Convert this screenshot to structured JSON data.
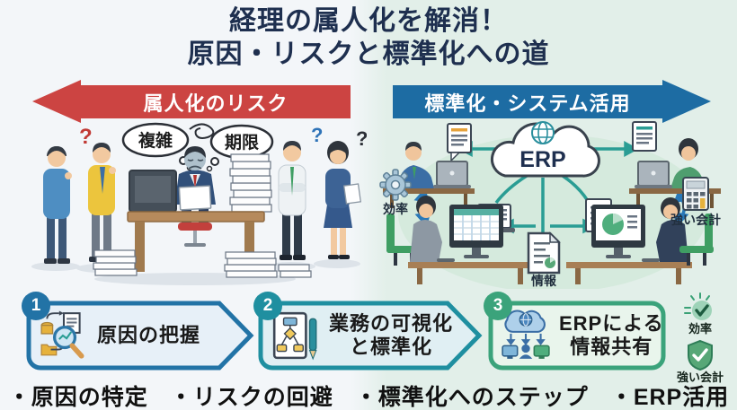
{
  "title": {
    "line1": "経理の属人化を解消！",
    "line2": "原因・リスクと標準化への道"
  },
  "banners": {
    "left": {
      "label": "属人化のリスク",
      "color": "#cc4442"
    },
    "right": {
      "label": "標準化・システム活用",
      "color": "#1d6ca3"
    }
  },
  "left_scene": {
    "thought_bubble_1": "複雑",
    "thought_bubble_2": "期限",
    "qmarks": [
      {
        "char": "?",
        "color": "#c13a35"
      },
      {
        "char": "?",
        "color": "#2e73b8"
      },
      {
        "char": "?",
        "color": "#2b2f36"
      }
    ]
  },
  "right_scene": {
    "cloud_label": "ERP",
    "efficiency_label": "効率",
    "strong_accounting_label": "強い会計",
    "information_label": "情報"
  },
  "steps": [
    {
      "number": "1",
      "line1": "原因の把握",
      "line2": "",
      "color": "#2273a6",
      "fill": "#e7f0f8",
      "icon": "magnifier-docs-icon"
    },
    {
      "number": "2",
      "line1": "業務の可視化",
      "line2": "と標準化",
      "color": "#1f8fa0",
      "fill": "#e0eff3",
      "icon": "flowchart-pen-icon"
    },
    {
      "number": "3",
      "line1": "ERPによる",
      "line2": "情報共有",
      "color": "#3ba37b",
      "fill": "#e9f5ec",
      "icon": "cloud-share-icon"
    }
  ],
  "side_badges": [
    {
      "icon": "speed-check-icon",
      "label": "効率"
    },
    {
      "icon": "shield-check-icon",
      "label": "強い会計"
    }
  ],
  "footer": {
    "items": [
      "・原因の特定",
      "・リスクの回避",
      "・標準化へのステップ",
      "・ERP活用"
    ]
  },
  "colors": {
    "title_text": "#1e2f4f",
    "risk_red": "#cc4442",
    "standardize_blue": "#1d6ca3",
    "teal_arrow": "#2a9d94",
    "link_blue_arrow": "#2878b8",
    "left_background": "#f3f6f9",
    "right_background": "#e2efe9",
    "step1_blue": "#2273a6",
    "step2_teal": "#1f8fa0",
    "step3_green": "#3ba37b"
  }
}
